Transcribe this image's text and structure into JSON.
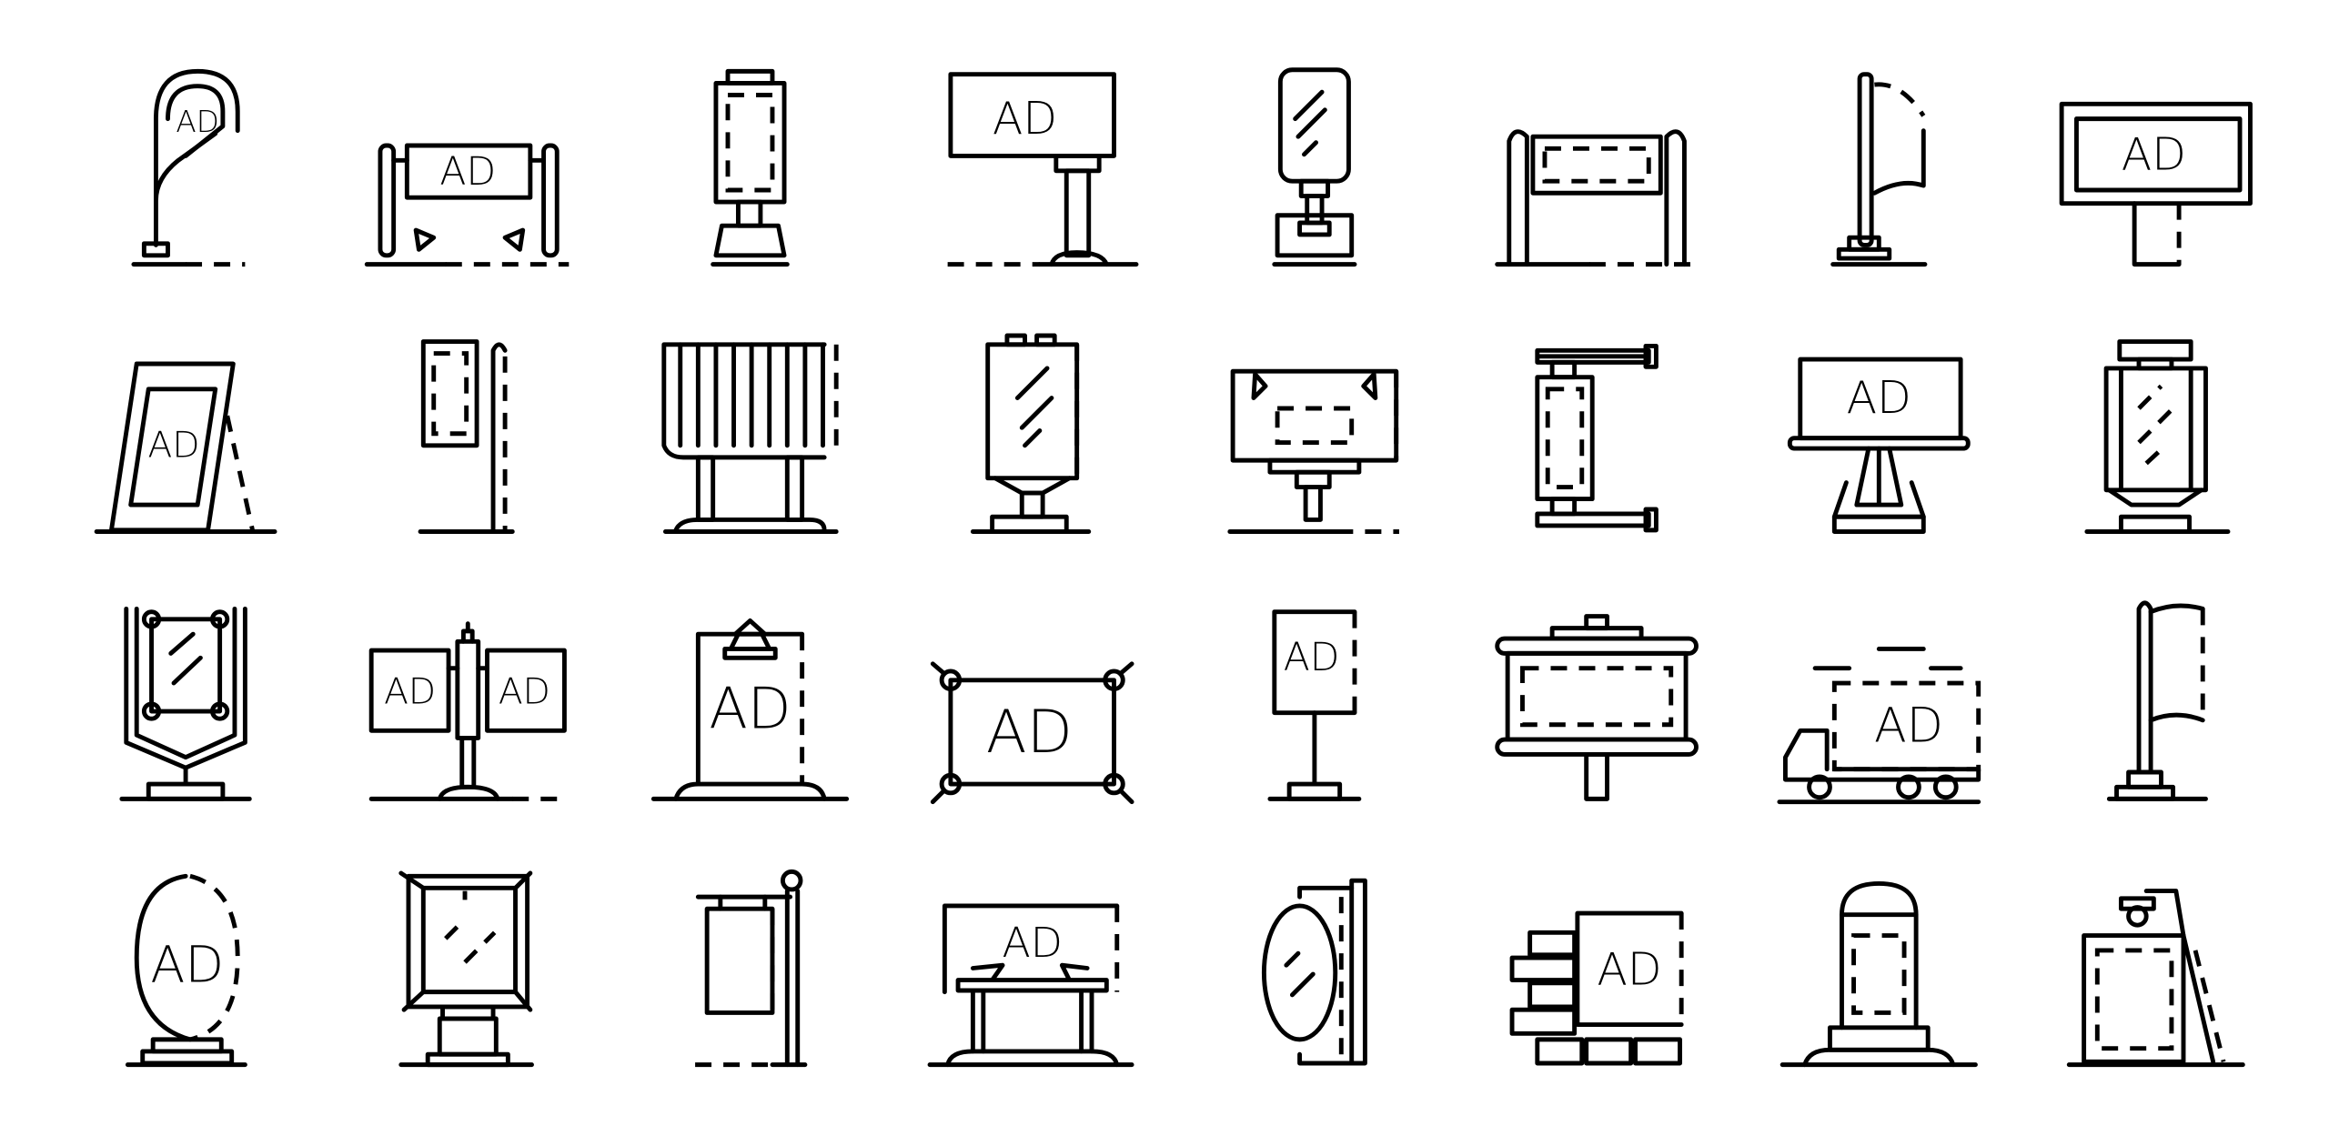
{
  "title": "Advertising billboard line icons set",
  "colors": {
    "background": "#ffffff",
    "stroke": "#000000"
  },
  "labels": {
    "r1_flag": "AD",
    "r1_banner": "AD",
    "r1_billboard": "AD",
    "r1_framed": "AD",
    "r2_easel": "AD",
    "r2_tripod": "AD",
    "r3_left": "AD",
    "r3_right": "AD",
    "r3_lit": "AD",
    "r3_rope": "AD",
    "r3_small": "AD",
    "r3_truck": "AD",
    "r4_oval": "AD",
    "r4_board": "AD",
    "r4_brick": "AD"
  }
}
